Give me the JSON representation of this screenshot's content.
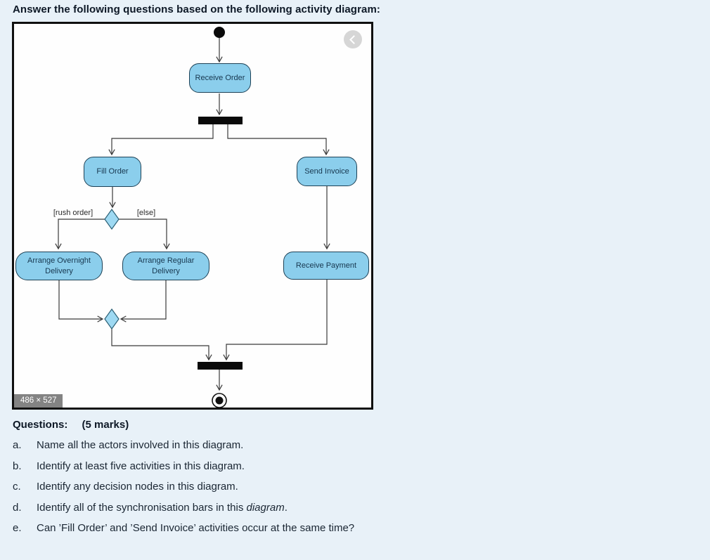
{
  "header": "Answer the following questions based on the following activity diagram:",
  "figure": {
    "size_badge": "486 × 527",
    "nav_icon": "chevron-left",
    "diagram": {
      "type": "uml-activity-diagram",
      "nodes": {
        "receive_order": "Receive Order",
        "fill_order": "Fill Order",
        "send_invoice": "Send Invoice",
        "arrange_overnight": "Arrange Overnight\nDelivery",
        "arrange_regular": "Arrange Regular\nDelivery",
        "receive_payment": "Receive Payment"
      },
      "guards": {
        "rush_order": "[rush order]",
        "else_branch": "[else]"
      },
      "control_nodes": [
        "initial-node",
        "fork-bar",
        "decision-diamond",
        "merge-diamond",
        "join-bar",
        "final-node"
      ]
    }
  },
  "questions": {
    "title": "Questions:",
    "marks": "(5 marks)",
    "items": [
      {
        "letter": "a.",
        "text": "Name all the actors involved in this diagram."
      },
      {
        "letter": "b.",
        "text": "Identify at least five activities in this diagram."
      },
      {
        "letter": "c.",
        "text": "Identify any decision nodes in this diagram."
      },
      {
        "letter": "d.",
        "text_before": "Identify all of the synchronisation bars in this ",
        "italic": "diagram",
        "text_after": "."
      },
      {
        "letter": "e.",
        "text": "Can ’Fill Order’ and ’Send Invoice’ activities occur at the same time?"
      }
    ]
  },
  "colors": {
    "page_background": "#e8f1f8",
    "node_fill": "#8bceec",
    "node_border": "#1d4156",
    "diamond_fill": "#9ed9f2",
    "sync_bar": "#0a0a0a",
    "edge": "#3a3a3a",
    "badge_background": "#7a7a7a"
  }
}
